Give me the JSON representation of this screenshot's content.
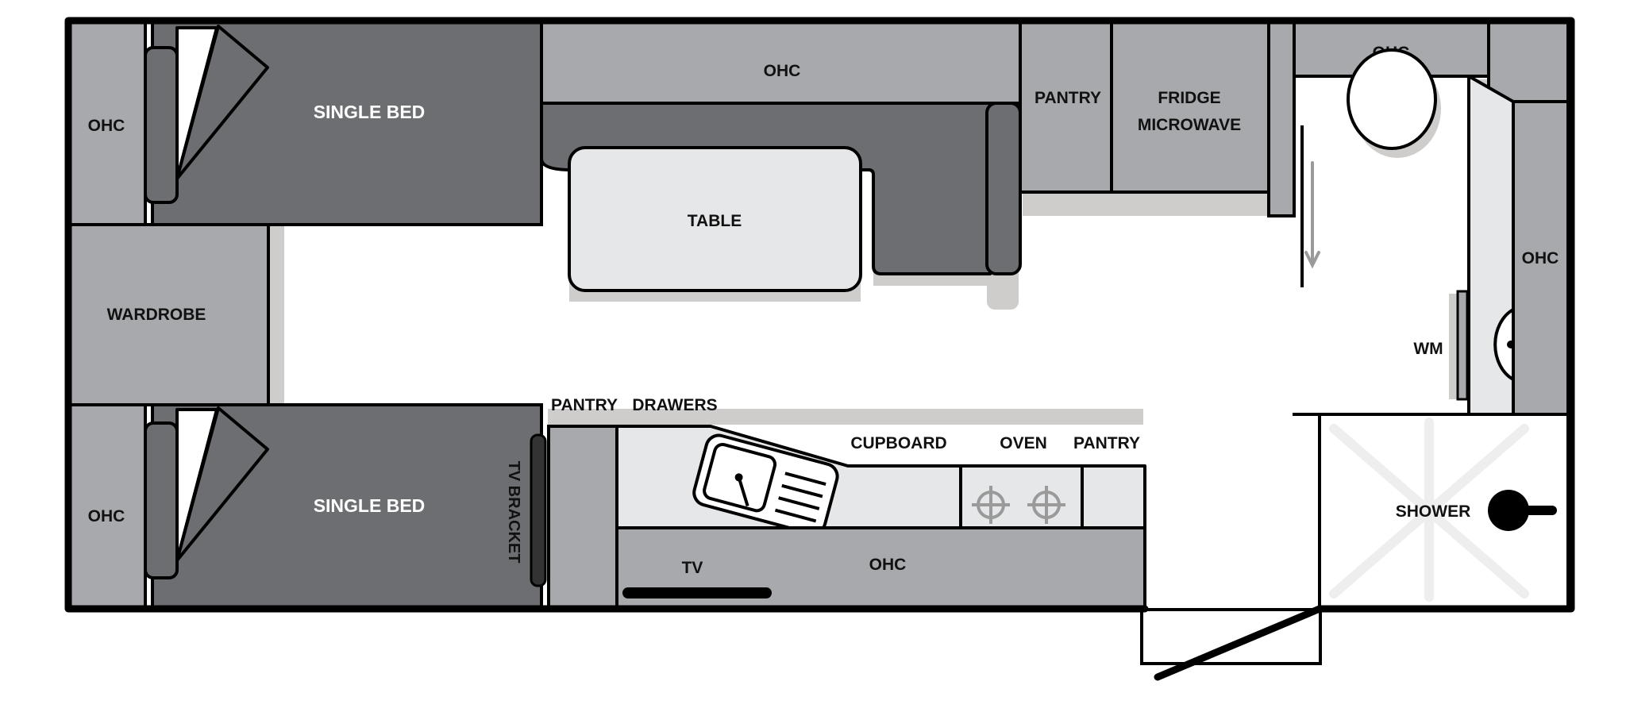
{
  "labels": {
    "ohc_top_left": "OHC",
    "single_bed_top": "SINGLE BED",
    "ohc_top_center": "OHC",
    "pantry_top": "PANTRY",
    "fridge_line1": "FRIDGE",
    "fridge_line2": "MICROWAVE",
    "ohc_top_right": "OHC",
    "table": "TABLE",
    "wardrobe": "WARDROBE",
    "ohc_right_wall": "OHC",
    "wm": "WM",
    "ohc_bottom_left": "OHC",
    "single_bed_bottom": "SINGLE BED",
    "tv_bracket": "TV BRACKET",
    "pantry_bottom_left": "PANTRY",
    "drawers": "DRAWERS",
    "cupboard": "CUPBOARD",
    "oven": "OVEN",
    "pantry_bottom_right": "PANTRY",
    "tv": "TV",
    "ohc_bottom_center": "OHC",
    "shower": "SHOWER"
  },
  "colors": {
    "outline": "#000000",
    "bed_dark": "#6d6e71",
    "cabinet_mid": "#a7a9ac",
    "surface_light": "#e6e7e8",
    "shadow": "#cfcccc",
    "floor": "#ffffff",
    "bed_label": "#ffffff",
    "text": "#111111"
  }
}
